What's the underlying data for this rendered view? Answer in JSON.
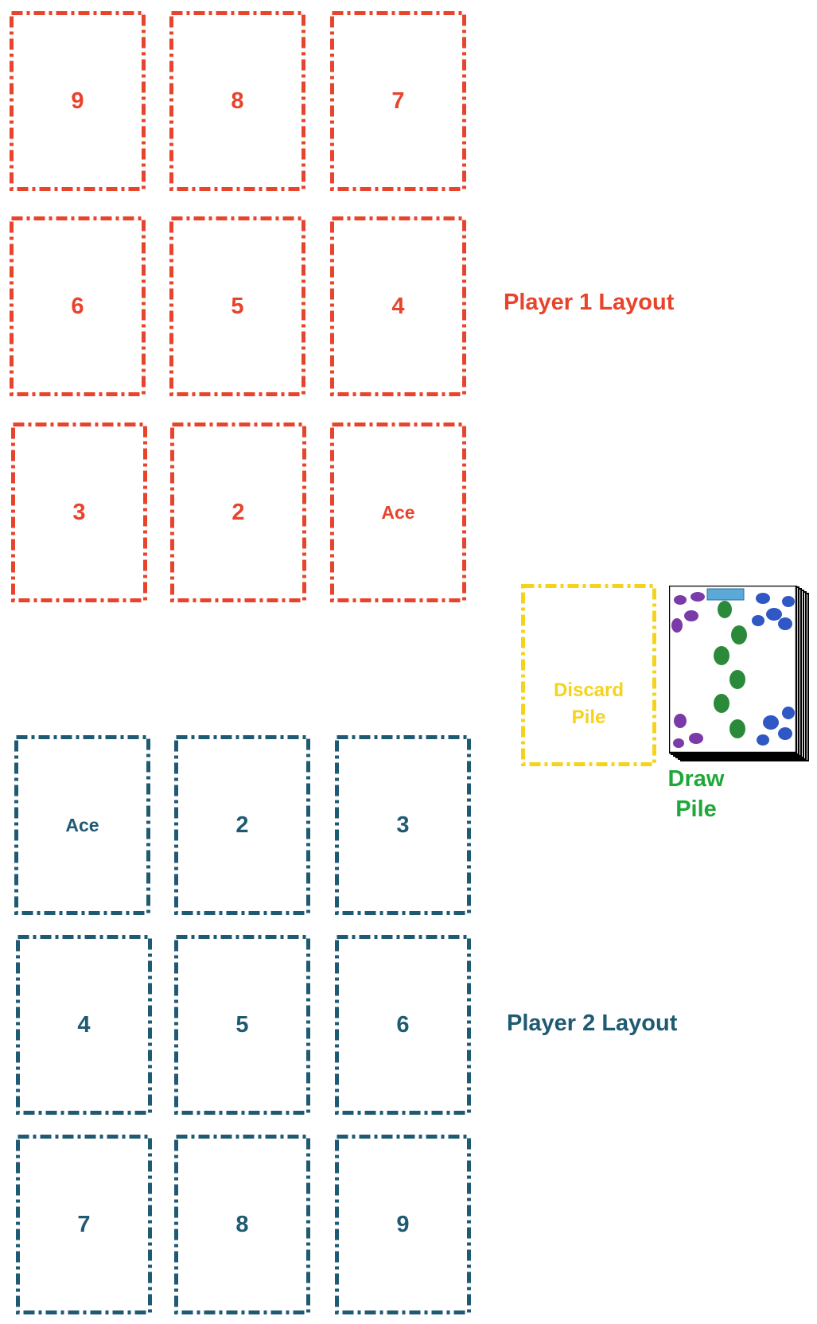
{
  "colors": {
    "player1": "#e8432b",
    "player2": "#1f5a73",
    "discard": "#f5d31c",
    "draw": "#1fa83a"
  },
  "player1": {
    "label": "Player 1 Layout",
    "slots": [
      "9",
      "8",
      "7",
      "6",
      "5",
      "4",
      "3",
      "2",
      "Ace"
    ]
  },
  "player2": {
    "label": "Player 2 Layout",
    "slots": [
      "Ace",
      "2",
      "3",
      "4",
      "5",
      "6",
      "7",
      "8",
      "9"
    ]
  },
  "discard_pile": {
    "label": "Discard\nPile"
  },
  "draw_pile": {
    "label": "Draw\nPile",
    "card_back": "card-back-with-bug-pattern",
    "icon": "card-stack-icon"
  }
}
